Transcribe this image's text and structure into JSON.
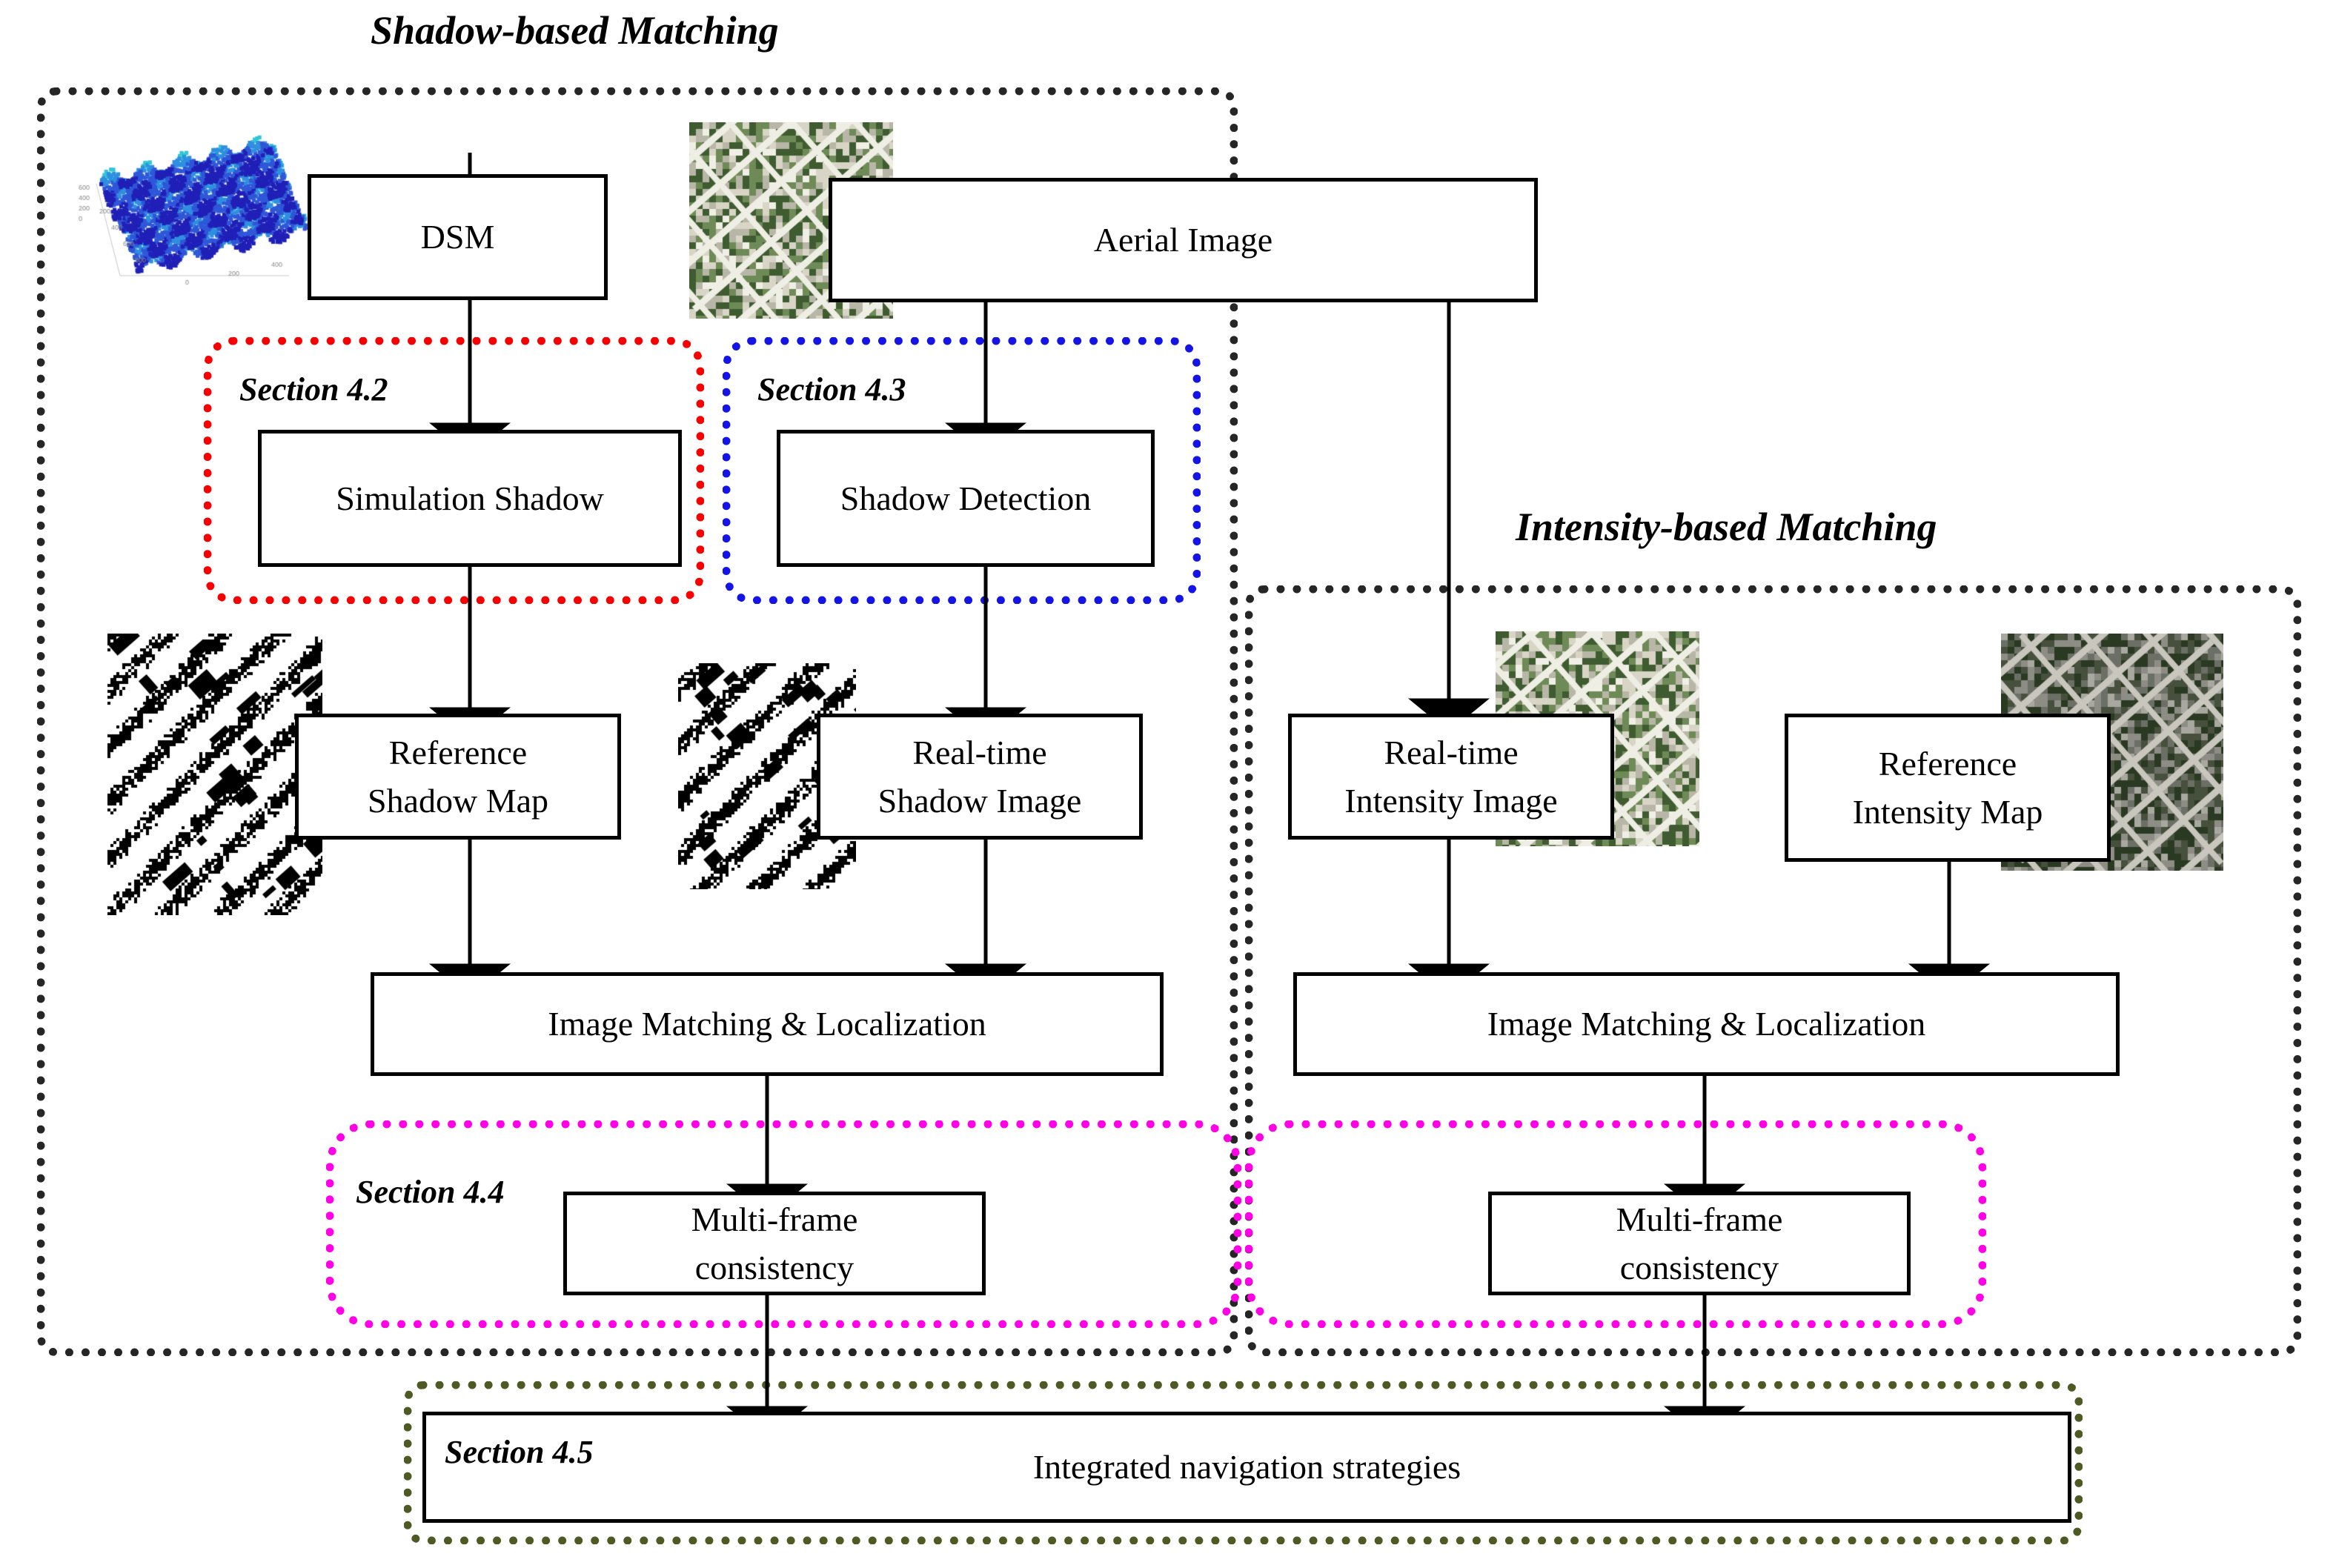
{
  "figure": {
    "type": "flowchart",
    "groups": [
      {
        "id": "shadow_based",
        "title": "Shadow-based Matching",
        "border_color": "#262626",
        "style": "dotted"
      },
      {
        "id": "intensity_based",
        "title": "Intensity-based Matching",
        "border_color": "#262626",
        "style": "dotted"
      },
      {
        "id": "section_42",
        "label": "Section 4.2",
        "border_color": "#f80000",
        "style": "dotted"
      },
      {
        "id": "section_43",
        "label": "Section 4.3",
        "border_color": "#1414e6",
        "style": "dotted"
      },
      {
        "id": "section_44",
        "label": "Section 4.4",
        "border_color": "#ff00e6",
        "style": "dotted"
      },
      {
        "id": "section_45",
        "label": "Section 4.5",
        "border_color": "#4e5a24",
        "style": "dotted"
      }
    ]
  },
  "titles": {
    "shadow_based": "Shadow-based Matching",
    "intensity_based": "Intensity-based Matching"
  },
  "section_labels": {
    "s42": "Section 4.2",
    "s43": "Section 4.3",
    "s44": "Section 4.4",
    "s45": "Section 4.5"
  },
  "nodes": {
    "dsm": {
      "label": "DSM"
    },
    "aerial_image": {
      "label": "Aerial Image"
    },
    "simulation_shadow": {
      "label": "Simulation Shadow"
    },
    "shadow_detection": {
      "label": "Shadow Detection"
    },
    "reference_shadow_map": {
      "line1": "Reference",
      "line2": "Shadow Map"
    },
    "realtime_shadow_image": {
      "line1": "Real-time",
      "line2": "Shadow Image"
    },
    "realtime_intensity_image": {
      "line1": "Real-time",
      "line2": "Intensity  Image"
    },
    "reference_intensity_map": {
      "line1": "Reference",
      "line2": "Intensity Map"
    },
    "image_matching_left": {
      "label": "Image Matching & Localization"
    },
    "image_matching_right": {
      "label": "Image Matching & Localization"
    },
    "multiframe_left": {
      "line1": "Multi-frame",
      "line2": "consistency"
    },
    "multiframe_right": {
      "line1": "Multi-frame",
      "line2": "consistency"
    },
    "integrated_navigation": {
      "label": "Integrated navigation strategies"
    }
  },
  "thumbnails": [
    {
      "id": "dsm-surface-thumbnail",
      "kind": "dsm3d"
    },
    {
      "id": "aerial-photo-thumbnail",
      "kind": "aerial"
    },
    {
      "id": "reference-shadow-binary-thumbnail",
      "kind": "binary"
    },
    {
      "id": "realtime-shadow-binary-thumbnail",
      "kind": "binary"
    },
    {
      "id": "realtime-intensity-photo-thumbnail",
      "kind": "aerial-dark"
    },
    {
      "id": "reference-intensity-photo-thumbnail",
      "kind": "aerial-dark"
    }
  ]
}
